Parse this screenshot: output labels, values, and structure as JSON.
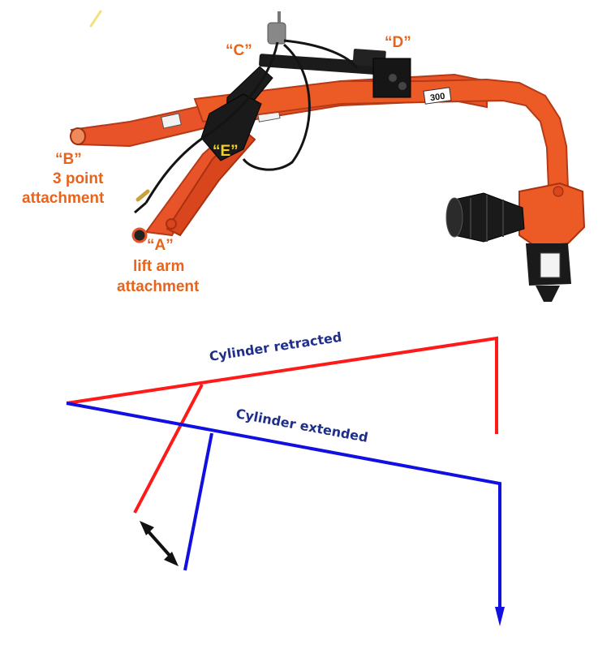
{
  "labels": {
    "c": "“C”",
    "d": "“D”",
    "b": "“B”",
    "b_line1": "3 point",
    "b_line2": "attachment",
    "e": "“E”",
    "a": "“A”",
    "a_line1": "lift arm",
    "a_line2": "attachment",
    "boom_number": "300"
  },
  "diagram": {
    "retracted_label": "Cylinder retracted",
    "extended_label": "Cylinder extended",
    "colors": {
      "retracted": "#ff1a1a",
      "extended": "#1010e0",
      "arrow": "#111111",
      "machine_orange": "#ee5a24"
    }
  }
}
